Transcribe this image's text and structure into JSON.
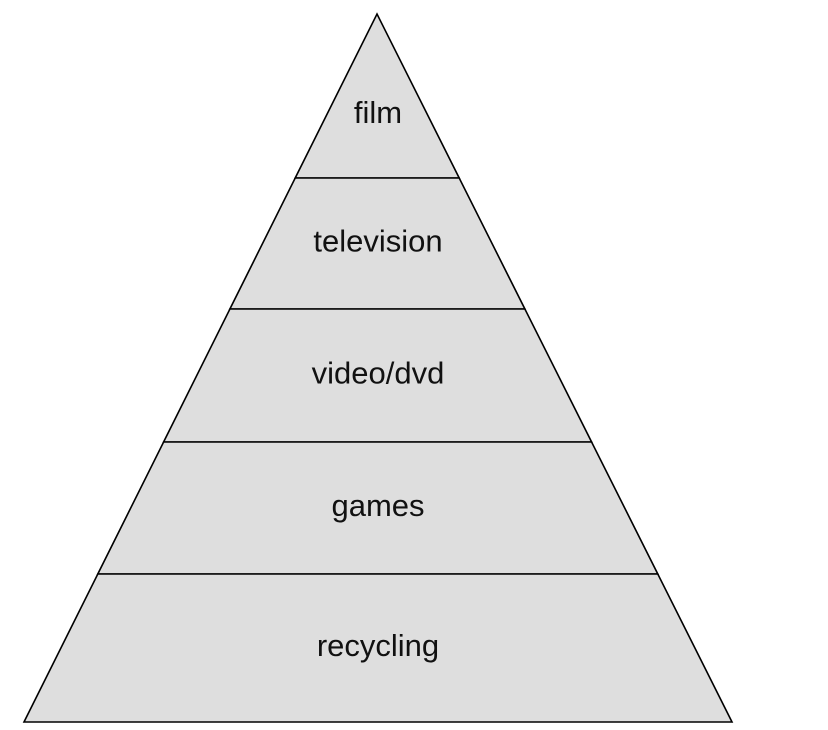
{
  "pyramid": {
    "fill_color": "#dedede",
    "stroke_color": "#000000",
    "tiers": [
      {
        "label": "film"
      },
      {
        "label": "television"
      },
      {
        "label": "video/dvd"
      },
      {
        "label": "games"
      },
      {
        "label": "recycling"
      }
    ]
  }
}
